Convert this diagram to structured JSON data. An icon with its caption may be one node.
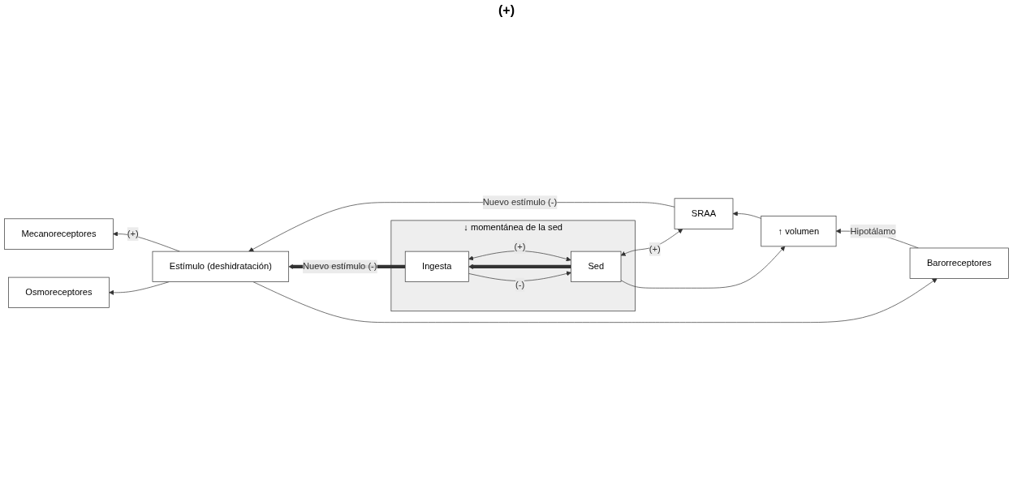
{
  "diagram": {
    "nodes": [
      {
        "text": [
          "Mecanoreceptores"
        ]
      },
      {
        "text": [
          "Barorreceptores"
        ]
      },
      {
        "text": [
          "Osmoreceptores"
        ]
      },
      {
        "text": [
          "Estímulo (deshidratación)"
        ]
      },
      {
        "text": [
          "SRAA"
        ]
      },
      {
        "text": [
          "↑ volumen"
        ]
      },
      {
        "text": [
          "↓ momentánea de la sed"
        ]
      },
      {
        "text": [
          "Sed"
        ],
        "in": 6
      },
      {
        "text": [
          "Ingesta"
        ],
        "in": 6
      }
    ],
    "edges": [
      {
        "from": 3,
        "to": 0,
        "arrow": "to",
        "label": "(+)"
      },
      {
        "from": 3,
        "to": 1,
        "arrow": "to"
      },
      {
        "from": 3,
        "to": 2,
        "arrow": "to"
      },
      {
        "from": 1,
        "to": 5,
        "arrow": "to",
        "label": "Hipotálamo"
      },
      {
        "from": 7,
        "to": 5,
        "arrow": "to"
      },
      {
        "from": 5,
        "to": 4,
        "arrow": "to"
      },
      {
        "from": 4,
        "to": 3,
        "arrow": "to",
        "label": "Nuevo estímulo  (-)"
      },
      {
        "from": 4,
        "to": 7,
        "arrow": "both",
        "label": "(+)"
      },
      {
        "from": 7,
        "to": 8,
        "arrow": "both",
        "label": "(+)"
      },
      {
        "from": 8,
        "to": 7,
        "arrow": "to",
        "label": "(-)"
      },
      {
        "from": 7,
        "to": 8,
        "arrow": "to",
        "style": "thick"
      },
      {
        "from": 8,
        "to": 3,
        "arrow": "to",
        "style": "thick",
        "label": "Nuevo estímulo (-)"
      }
    ],
    "labels": [
      "(+)"
    ]
  }
}
